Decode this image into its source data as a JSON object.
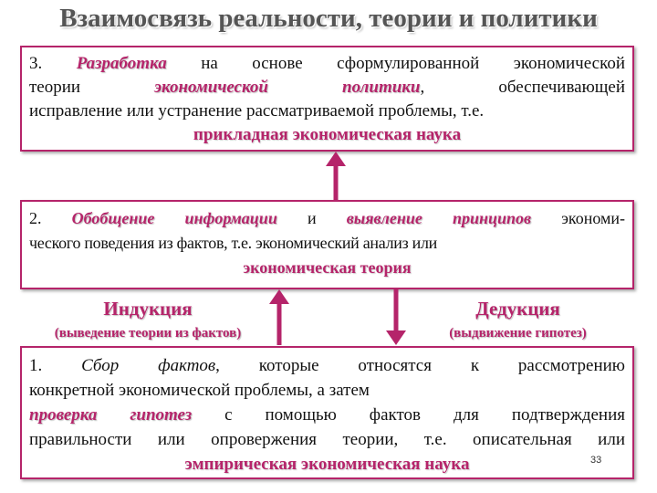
{
  "title": "Взаимосвязь реальности, теории и политики",
  "box3": {
    "num": "3.",
    "em1": "Разработка",
    "t1": "на основе сформулированной экономической",
    "t2a": "теории",
    "em2": "экономической",
    "em3": "политики",
    "t2b": ", обеспечивающей",
    "t3": "исправление или устранение рассматриваемой проблемы, т.е.",
    "t4": "прикладная экономическая наука"
  },
  "box2": {
    "num": "2.",
    "em1": "Обобщение информации",
    "and": "и",
    "em2": "выявление принципов",
    "t1": "экономи-",
    "t2": "ческого поведения из фактов, т.е. экономический анализ или",
    "t3": "экономическая теория"
  },
  "induction": {
    "title": "Индукция",
    "sub": "(выведение теории из фактов)"
  },
  "deduction": {
    "title": "Дедукция",
    "sub": "(выдвижение гипотез)"
  },
  "box1": {
    "num": "1.",
    "em1": "Сбор фактов",
    "t1": ", которые относятся к рассмотрению",
    "t2": "конкретной экономической проблемы, а затем",
    "em2": "проверка гипотез",
    "t3": "с помощью фактов для подтверждения",
    "t4": "правильности или опровержения теории, т.е. описательная или",
    "t5": "эмпирическая экономическая наука"
  },
  "page_number": "33",
  "colors": {
    "accent": "#b5246a",
    "title": "#555555"
  }
}
